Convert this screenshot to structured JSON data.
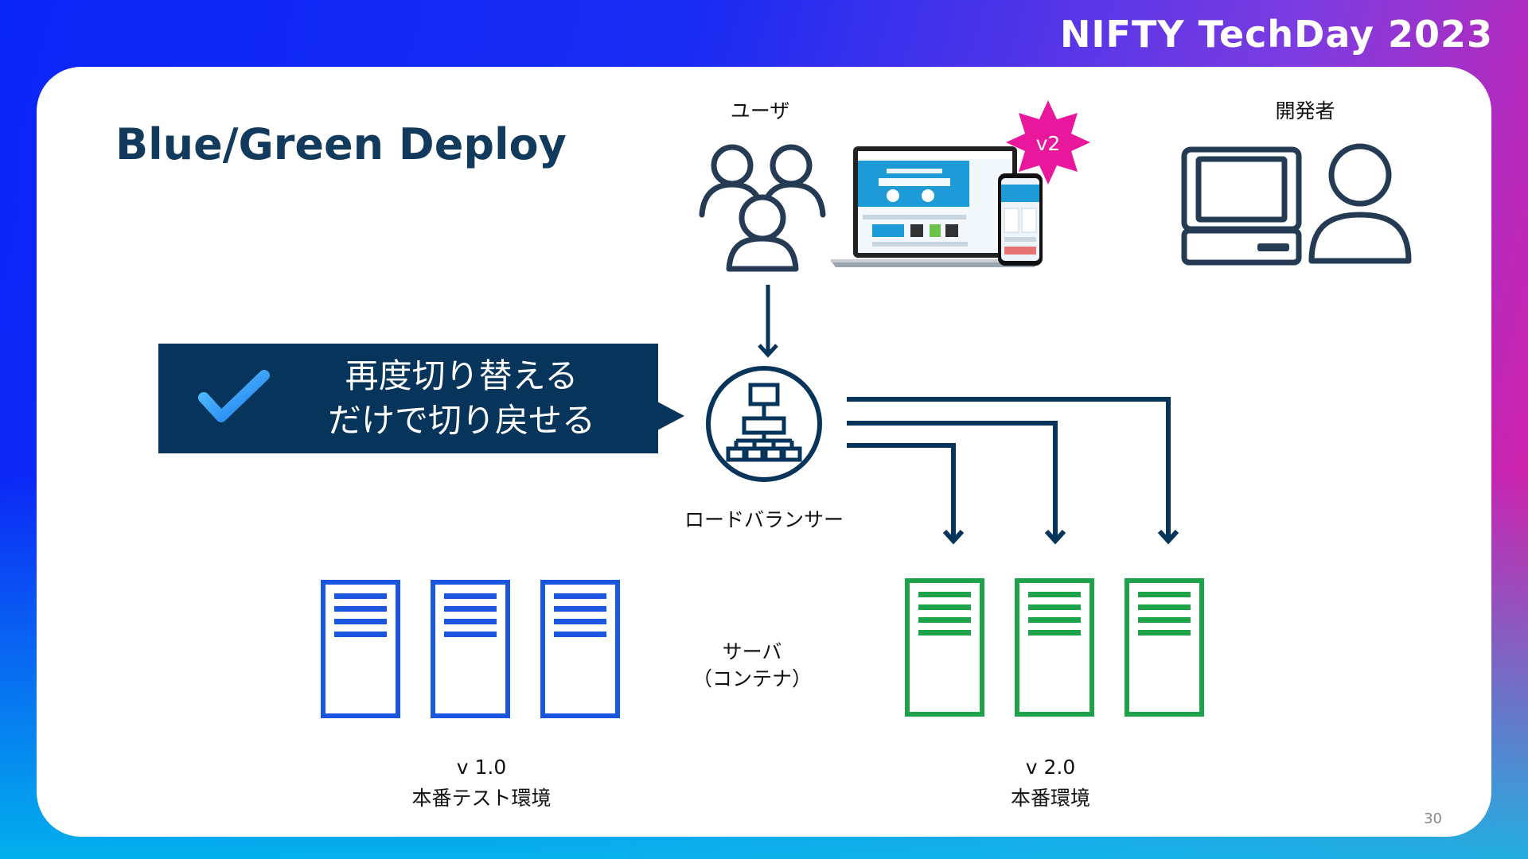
{
  "brand": "NIFTY TechDay 2023",
  "title": "Blue/Green Deploy",
  "labels": {
    "users": "ユーザ",
    "developer": "開発者",
    "load_balancer": "ロードバランサー",
    "server_line1": "サーバ",
    "server_line2": "（コンテナ）",
    "env_v1_version": "v 1.0",
    "env_v1_name": "本番テスト環境",
    "env_v2_version": "v 2.0",
    "env_v2_name": "本番環境"
  },
  "callout": {
    "line1": "再度切り替える",
    "line2": "だけで切り戻せる"
  },
  "badge": "v2",
  "page_number": "30",
  "colors": {
    "navy": "#123a5c",
    "callout_bg": "#06345a",
    "blue_server": "#1a56e0",
    "green_server": "#1ea34a",
    "badge": "#e8179c"
  },
  "icons": {
    "users": "users-group-icon",
    "developer": "computer-with-person-icon",
    "load_balancer": "network-hierarchy-icon",
    "check": "checkmark-icon",
    "server": "server-rack-icon",
    "device": "laptop-phone-screenshot-icon"
  }
}
